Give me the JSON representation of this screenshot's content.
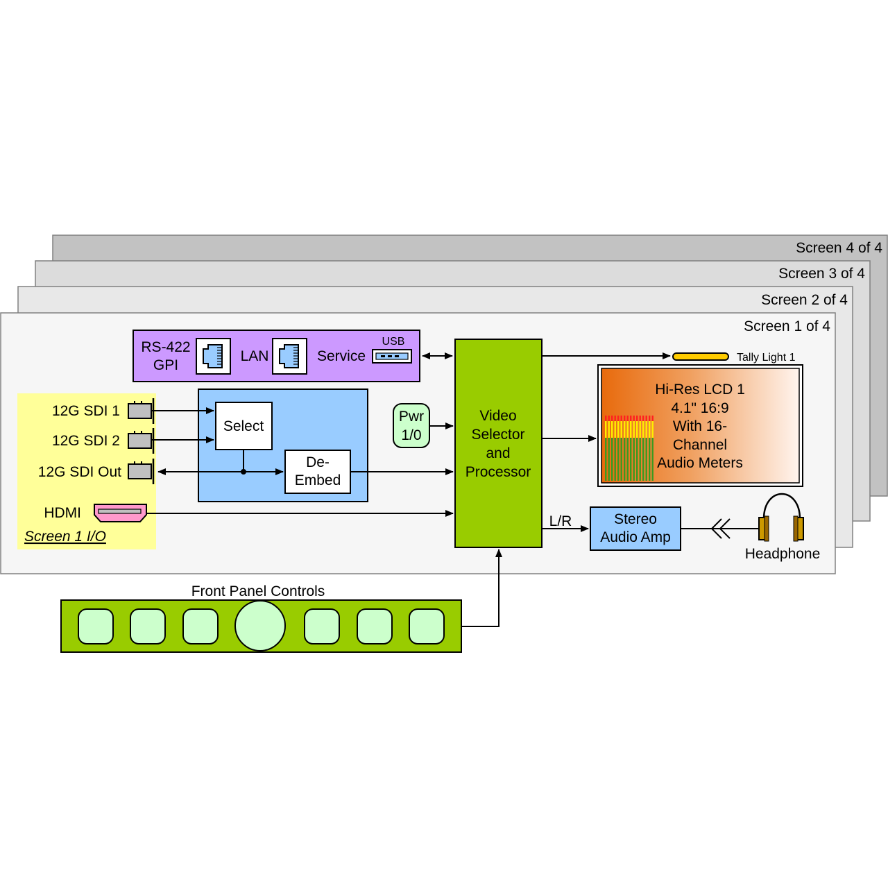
{
  "screens": {
    "s4": "Screen 4 of 4",
    "s3": "Screen 3 of 4",
    "s2": "Screen 2 of 4",
    "s1": "Screen 1 of 4"
  },
  "control_panel": {
    "rs422_line1": "RS-422",
    "rs422_line2": "GPI",
    "lan": "LAN",
    "service": "Service",
    "usb": "USB"
  },
  "io": {
    "sdi1": "12G SDI 1",
    "sdi2": "12G SDI 2",
    "sdi_out": "12G SDI Out",
    "hdmi": "HDMI",
    "caption": "Screen 1 I/O"
  },
  "processing": {
    "select": "Select",
    "deembed_line1": "De-",
    "deembed_line2": "Embed",
    "pwr_line1": "Pwr",
    "pwr_line2": "1/0"
  },
  "video_processor": {
    "line1": "Video",
    "line2": "Selector",
    "line3": "and",
    "line4": "Processor"
  },
  "tally": "Tally Light 1",
  "lcd": {
    "line1": "Hi-Res LCD 1",
    "line2": "4.1\" 16:9",
    "line3": "With 16-",
    "line4": "Channel",
    "line5": "Audio Meters"
  },
  "audio": {
    "lr": "L/R",
    "amp_line1": "Stereo",
    "amp_line2": "Audio Amp",
    "headphone": "Headphone"
  },
  "front_panel": {
    "label": "Front Panel Controls"
  },
  "colors": {
    "screen4": "#c2c2c2",
    "screen3": "#dcdcdc",
    "screen2": "#e8e8e8",
    "screen1": "#f6f6f6",
    "purple": "#cc99ff",
    "yellow": "#ffff99",
    "blue": "#99ccff",
    "green": "#99cc00",
    "light_green": "#ccffcc",
    "pink": "#ff99cc",
    "orange": "#e87010",
    "tally": "#ffcc00"
  }
}
